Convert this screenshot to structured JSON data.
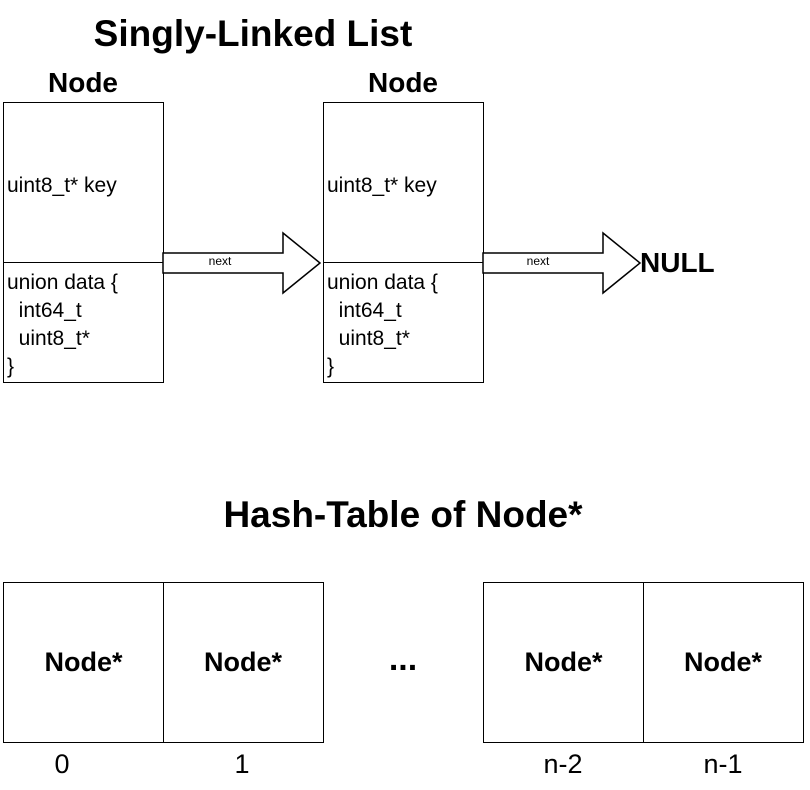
{
  "linked_list": {
    "title": "Singly-Linked List",
    "nodes": [
      {
        "label": "Node",
        "key": "uint8_t* key",
        "data_lines": [
          "union data {",
          "  int64_t",
          "  uint8_t*",
          "}"
        ]
      },
      {
        "label": "Node",
        "key": "uint8_t* key",
        "data_lines": [
          "union data {",
          "  int64_t",
          "  uint8_t*",
          "}"
        ]
      }
    ],
    "arrows": [
      {
        "label": "next"
      },
      {
        "label": "next"
      }
    ],
    "terminator": "NULL"
  },
  "hash_table": {
    "title": "Hash-Table of Node*",
    "cells": [
      {
        "value": "Node*",
        "index": "0"
      },
      {
        "value": "Node*",
        "index": "1"
      },
      {
        "value": "Node*",
        "index": "n-2"
      },
      {
        "value": "Node*",
        "index": "n-1"
      }
    ],
    "ellipsis": "..."
  }
}
